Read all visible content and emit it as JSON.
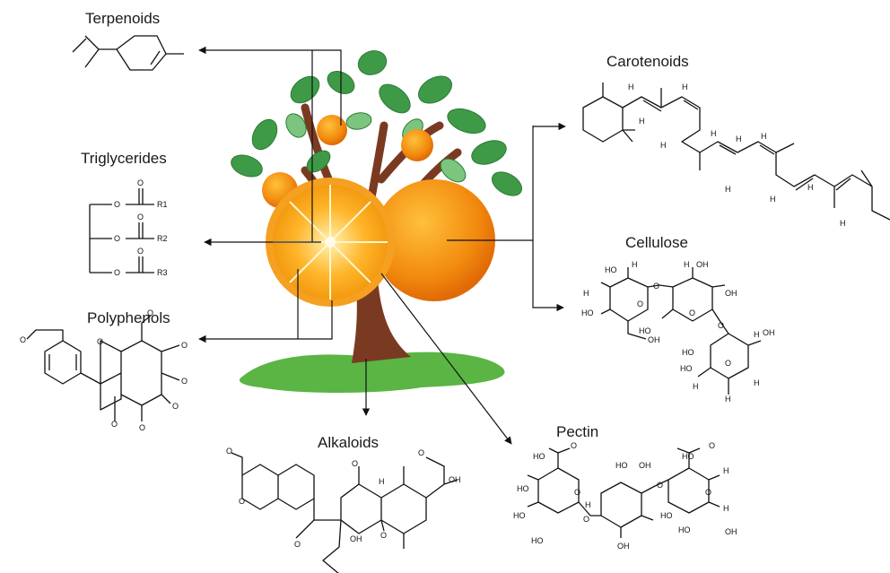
{
  "labels": {
    "terpenoids": "Terpenoids",
    "triglycerides": "Triglycerides",
    "polyphenols": "Polyphenols",
    "alkaloids": "Alkaloids",
    "carotenoids": "Carotenoids",
    "cellulose": "Cellulose",
    "pectin": "Pectin"
  },
  "atoms": {
    "o": "O",
    "h": "H",
    "oh": "OH",
    "ho": "HO",
    "r1": "R1",
    "r2": "R2",
    "r3": "R3"
  },
  "colors": {
    "leaf": "#3f9a48",
    "leaf_light": "#7cc57e",
    "trunk": "#7a3a22",
    "ground": "#5ab544",
    "orange": "#f28a0f",
    "orange_light": "#ffc13a",
    "line": "#111111"
  }
}
